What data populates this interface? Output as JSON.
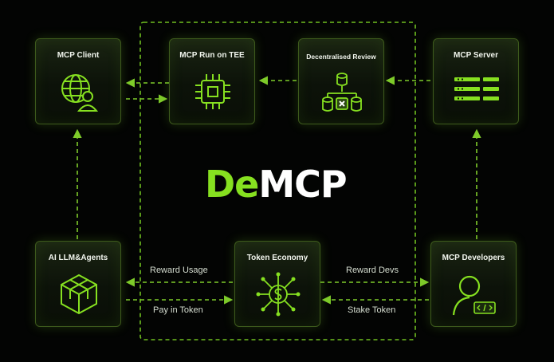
{
  "colors": {
    "accent": "#86e020",
    "dash": "#7ecb2a",
    "background": "#030403"
  },
  "logo": {
    "part1": "De",
    "part2": "MCP"
  },
  "nodes": {
    "mcp_client": {
      "label": "MCP Client",
      "icon": "globe-user-icon"
    },
    "tee": {
      "label": "MCP Run on TEE",
      "icon": "chip-icon"
    },
    "review": {
      "label": "Decentralised Review",
      "icon": "database-review-icon"
    },
    "server": {
      "label": "MCP Server",
      "icon": "server-rack-icon"
    },
    "agents": {
      "label": "AI LLM&Agents",
      "icon": "cube-icon"
    },
    "token": {
      "label": "Token Economy",
      "icon": "token-coin-icon"
    },
    "developers": {
      "label": "MCP Developers",
      "icon": "developer-code-icon"
    }
  },
  "edges": {
    "reward_usage": "Reward Usage",
    "pay_in_token": "Pay in Token",
    "reward_devs": "Reward Devs",
    "stake_token": "Stake Token"
  }
}
